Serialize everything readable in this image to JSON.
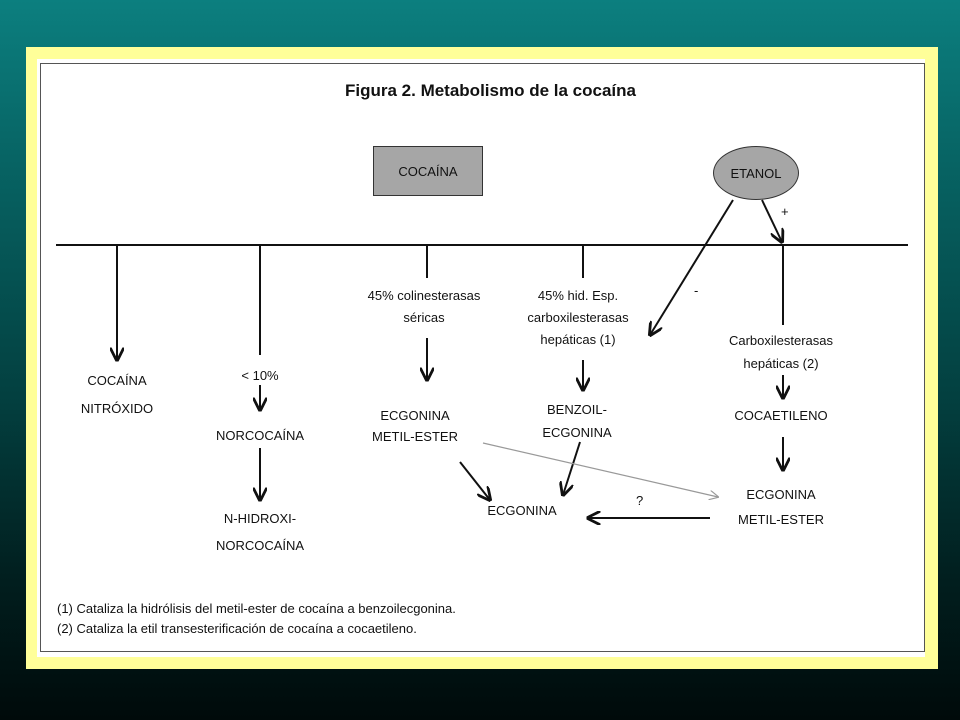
{
  "title": "Figura 2. Metabolismo de la cocaína",
  "nodes": {
    "cocaina": "COCAÍNA",
    "etanol": "ETANOL",
    "cocaina_nitroxido_1": "COCAÍNA",
    "cocaina_nitroxido_2": "NITRÓXIDO",
    "less10": "< 10%",
    "norcocaina": "NORCOCAÍNA",
    "nhidroxi_1": "N-HIDROXI-",
    "nhidroxi_2": "NORCOCAÍNA",
    "colin_1": "45% colinesterasas",
    "colin_2": "séricas",
    "hid_1": "45%  hid. Esp.",
    "hid_2": "carboxilesterasas",
    "hid_3": "hepáticas (1)",
    "carbox_1": "Carboxilesterasas",
    "carbox_2": "hepáticas (2)",
    "ecgmet_1": "ECGONINA",
    "ecgmet_2": "METIL-ESTER",
    "benzoil_1": "BENZOIL-",
    "benzoil_2": "ECGONINA",
    "cocaetileno": "COCAETILENO",
    "ecgmet2_1": "ECGONINA",
    "ecgmet2_2": "METIL-ESTER",
    "ecgonina": "ECGONINA"
  },
  "signs": {
    "plus": "+",
    "minus": "-",
    "question": "?"
  },
  "footnotes": [
    "(1) Cataliza la hidrólisis del metil-ester de cocaína a benzoilecgonina.",
    "(2) Cataliza la etil transesterificación de cocaína a cocaetileno."
  ]
}
